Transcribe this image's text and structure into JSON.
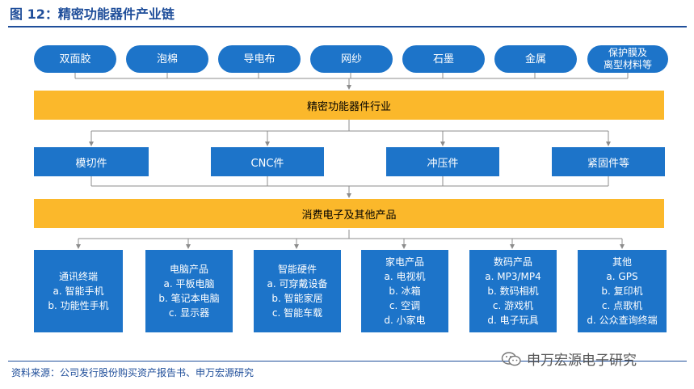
{
  "title": "图 12：精密功能器件产业链",
  "materials": [
    "双面胶",
    "泡棉",
    "导电布",
    "网纱",
    "石墨",
    "金属",
    "保护膜及\n离型材料等"
  ],
  "industry_bar": "精密功能器件行业",
  "processes": [
    "模切件",
    "CNC件",
    "冲压件",
    "紧固件等"
  ],
  "consumer_bar": "消费电子及其他产品",
  "categories": [
    {
      "title": "通讯终端",
      "items": [
        "a. 智能手机",
        "b. 功能性手机"
      ]
    },
    {
      "title": "电脑产品",
      "items": [
        "a. 平板电脑",
        "b. 笔记本电脑",
        "c. 显示器"
      ]
    },
    {
      "title": "智能硬件",
      "items": [
        "a. 可穿戴设备",
        "b. 智能家居",
        "c. 智能车载"
      ]
    },
    {
      "title": "家电产品",
      "items": [
        "a. 电视机",
        "b. 冰箱",
        "c. 空调",
        "d. 小家电"
      ]
    },
    {
      "title": "数码产品",
      "items": [
        "a. MP3/MP4",
        "b. 数码相机",
        "c. 游戏机",
        "d. 电子玩具"
      ]
    },
    {
      "title": "其他",
      "items": [
        "a. GPS",
        "b. 复印机",
        "c. 点歌机",
        "d. 公众查询终端"
      ]
    }
  ],
  "source": "资料来源：公司发行股份购买资产报告书、申万宏源研究",
  "watermark": "申万宏源电子研究",
  "colors": {
    "blue": "#1d74c9",
    "gold": "#fbb82b",
    "title_blue": "#1f4e9a",
    "line": "#8c8c8c"
  }
}
